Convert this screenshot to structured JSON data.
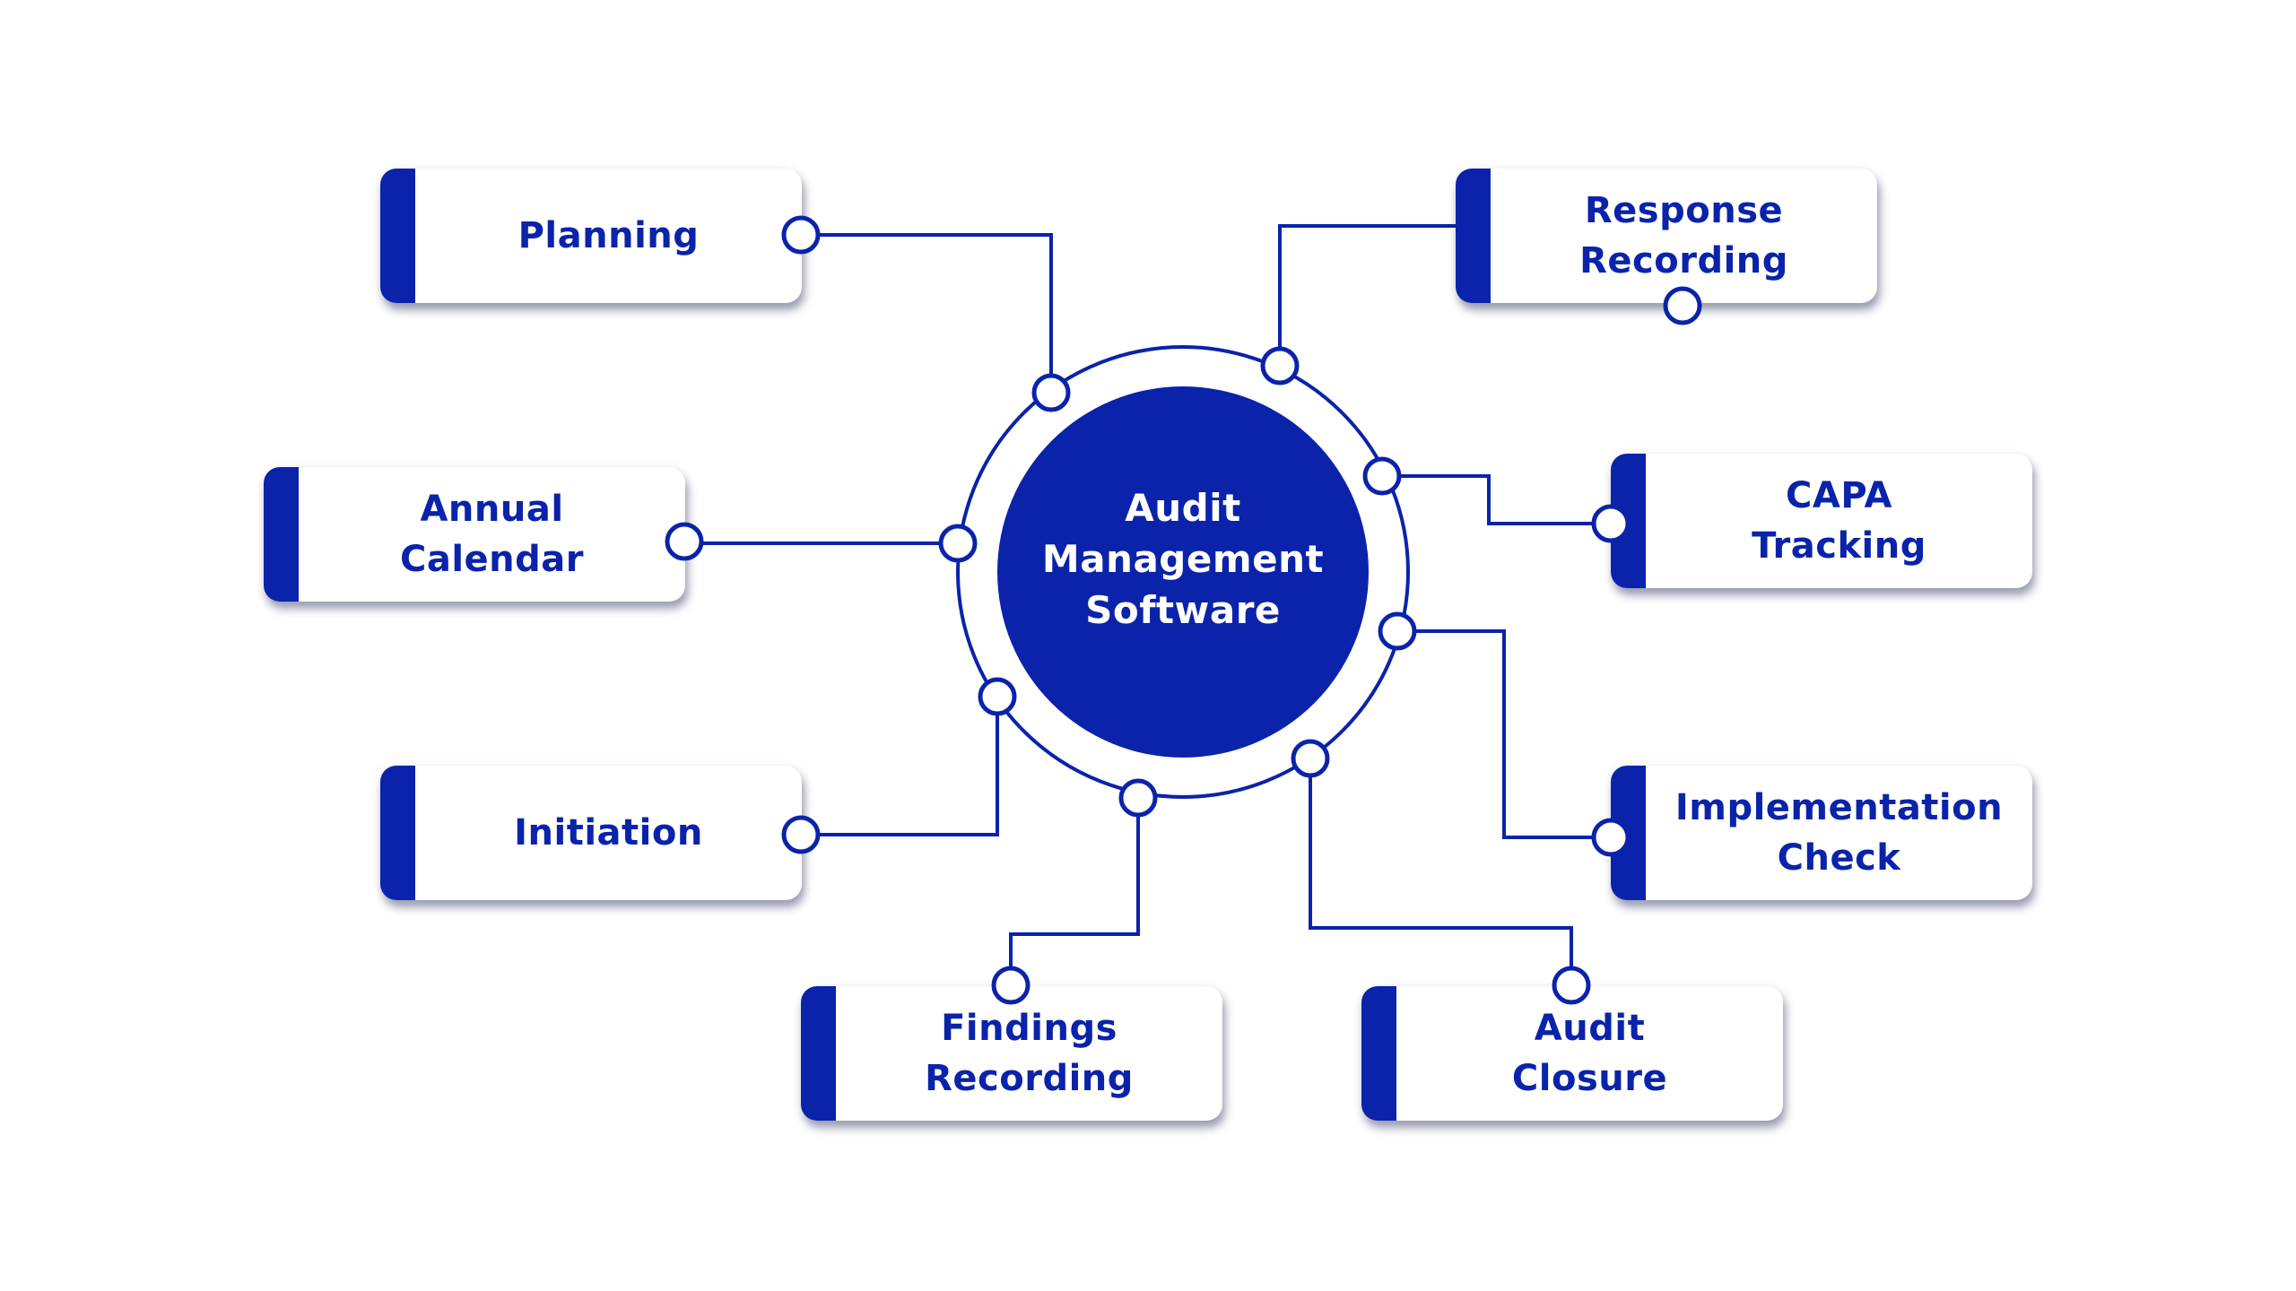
{
  "diagram": {
    "title": "Audit Management Software",
    "center": {
      "label": "Audit\nManagement\nSoftware"
    },
    "colors": {
      "primary": "#0a23aa",
      "box_background": "#ffffff",
      "center_text": "#ffffff",
      "background": "#ffffff"
    },
    "nodes": [
      {
        "id": "planning",
        "label": "Planning"
      },
      {
        "id": "annual-calendar",
        "label": "Annual\nCalendar"
      },
      {
        "id": "initiation",
        "label": "Initiation"
      },
      {
        "id": "findings-recording",
        "label": "Findings\nRecording"
      },
      {
        "id": "audit-closure",
        "label": "Audit\nClosure"
      },
      {
        "id": "implementation-check",
        "label": "Implementation\nCheck"
      },
      {
        "id": "capa-tracking",
        "label": "CAPA\nTracking"
      },
      {
        "id": "response-recording",
        "label": "Response\nRecording"
      }
    ],
    "edges": [
      {
        "from": "center",
        "to": "planning"
      },
      {
        "from": "center",
        "to": "annual-calendar"
      },
      {
        "from": "center",
        "to": "initiation"
      },
      {
        "from": "center",
        "to": "findings-recording"
      },
      {
        "from": "center",
        "to": "audit-closure"
      },
      {
        "from": "center",
        "to": "implementation-check"
      },
      {
        "from": "center",
        "to": "capa-tracking"
      },
      {
        "from": "center",
        "to": "response-recording"
      }
    ]
  }
}
